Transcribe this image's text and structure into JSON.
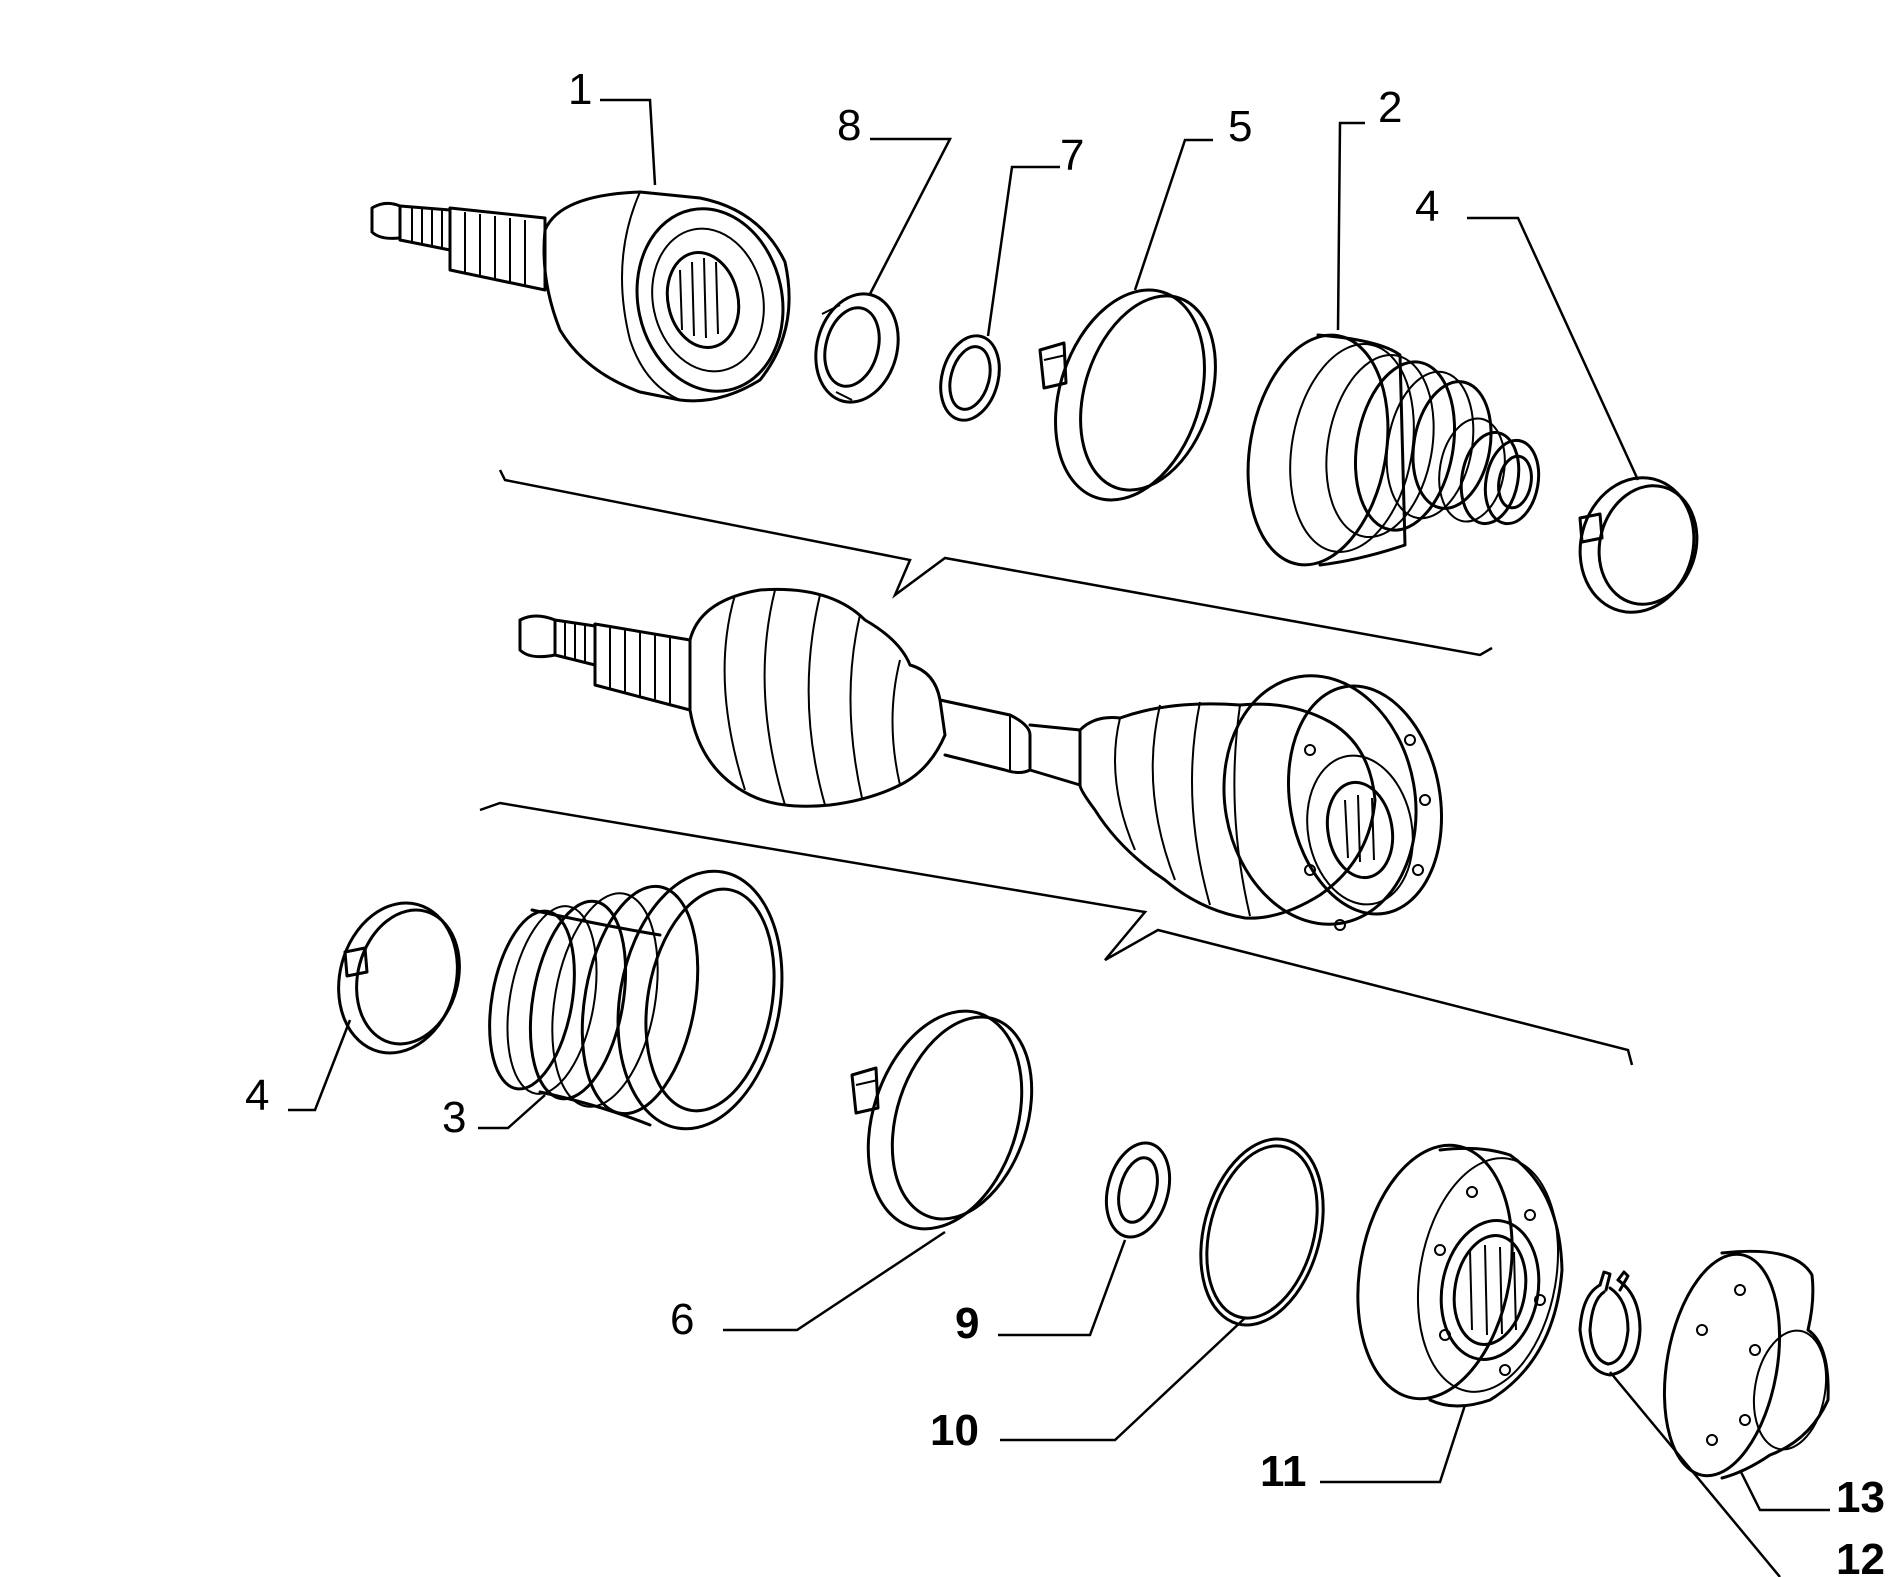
{
  "callouts": [
    {
      "id": "1",
      "text": "1",
      "bold": false
    },
    {
      "id": "2",
      "text": "2",
      "bold": false
    },
    {
      "id": "3",
      "text": "3",
      "bold": false
    },
    {
      "id": "4a",
      "text": "4",
      "bold": false
    },
    {
      "id": "4b",
      "text": "4",
      "bold": false
    },
    {
      "id": "5",
      "text": "5",
      "bold": false
    },
    {
      "id": "6",
      "text": "6",
      "bold": false
    },
    {
      "id": "7",
      "text": "7",
      "bold": false
    },
    {
      "id": "8",
      "text": "8",
      "bold": false
    },
    {
      "id": "9",
      "text": "9",
      "bold": true
    },
    {
      "id": "10",
      "text": "10",
      "bold": true
    },
    {
      "id": "11",
      "text": "11",
      "bold": true
    },
    {
      "id": "12",
      "text": "12",
      "bold": true
    },
    {
      "id": "13",
      "text": "13",
      "bold": true
    }
  ]
}
